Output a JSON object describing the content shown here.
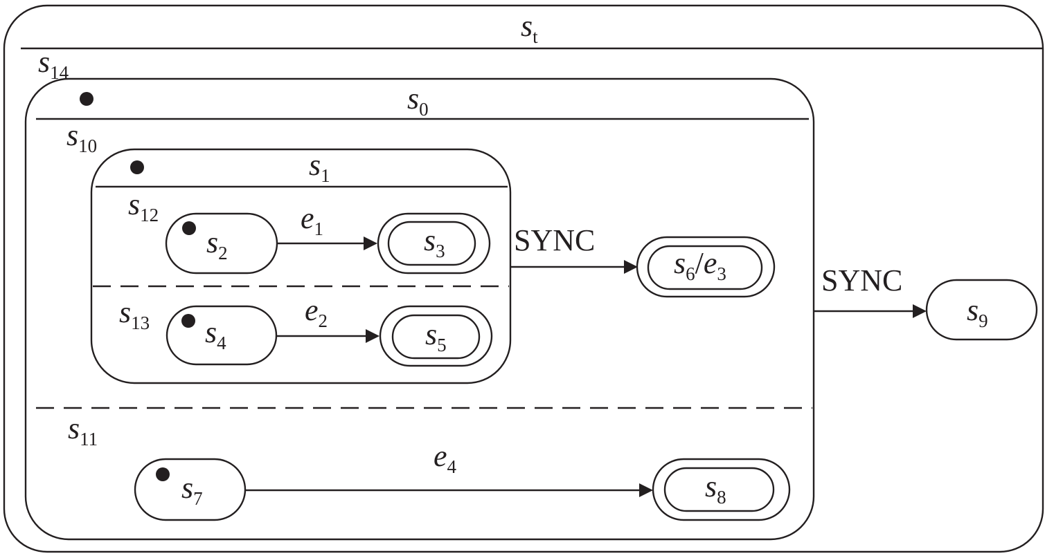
{
  "diagram": {
    "states": {
      "st": {
        "name": "s",
        "sub": "t"
      },
      "s14": {
        "name": "s",
        "sub": "14"
      },
      "s0": {
        "name": "s",
        "sub": "0"
      },
      "s10": {
        "name": "s",
        "sub": "10"
      },
      "s1": {
        "name": "s",
        "sub": "1"
      },
      "s12": {
        "name": "s",
        "sub": "12"
      },
      "s2": {
        "name": "s",
        "sub": "2"
      },
      "s3": {
        "name": "s",
        "sub": "3"
      },
      "s13": {
        "name": "s",
        "sub": "13"
      },
      "s4": {
        "name": "s",
        "sub": "4"
      },
      "s5": {
        "name": "s",
        "sub": "5"
      },
      "s6": {
        "name": "s",
        "sub": "6",
        "action_sep": "/",
        "action_name": "e",
        "action_sub": "3"
      },
      "s9": {
        "name": "s",
        "sub": "9"
      },
      "s11": {
        "name": "s",
        "sub": "11"
      },
      "s7": {
        "name": "s",
        "sub": "7"
      },
      "s8": {
        "name": "s",
        "sub": "8"
      }
    },
    "transitions": {
      "e1": {
        "name": "e",
        "sub": "1"
      },
      "e2": {
        "name": "e",
        "sub": "2"
      },
      "e4": {
        "name": "e",
        "sub": "4"
      },
      "sync_inner": {
        "label": "SYNC"
      },
      "sync_outer": {
        "label": "SYNC"
      }
    }
  }
}
